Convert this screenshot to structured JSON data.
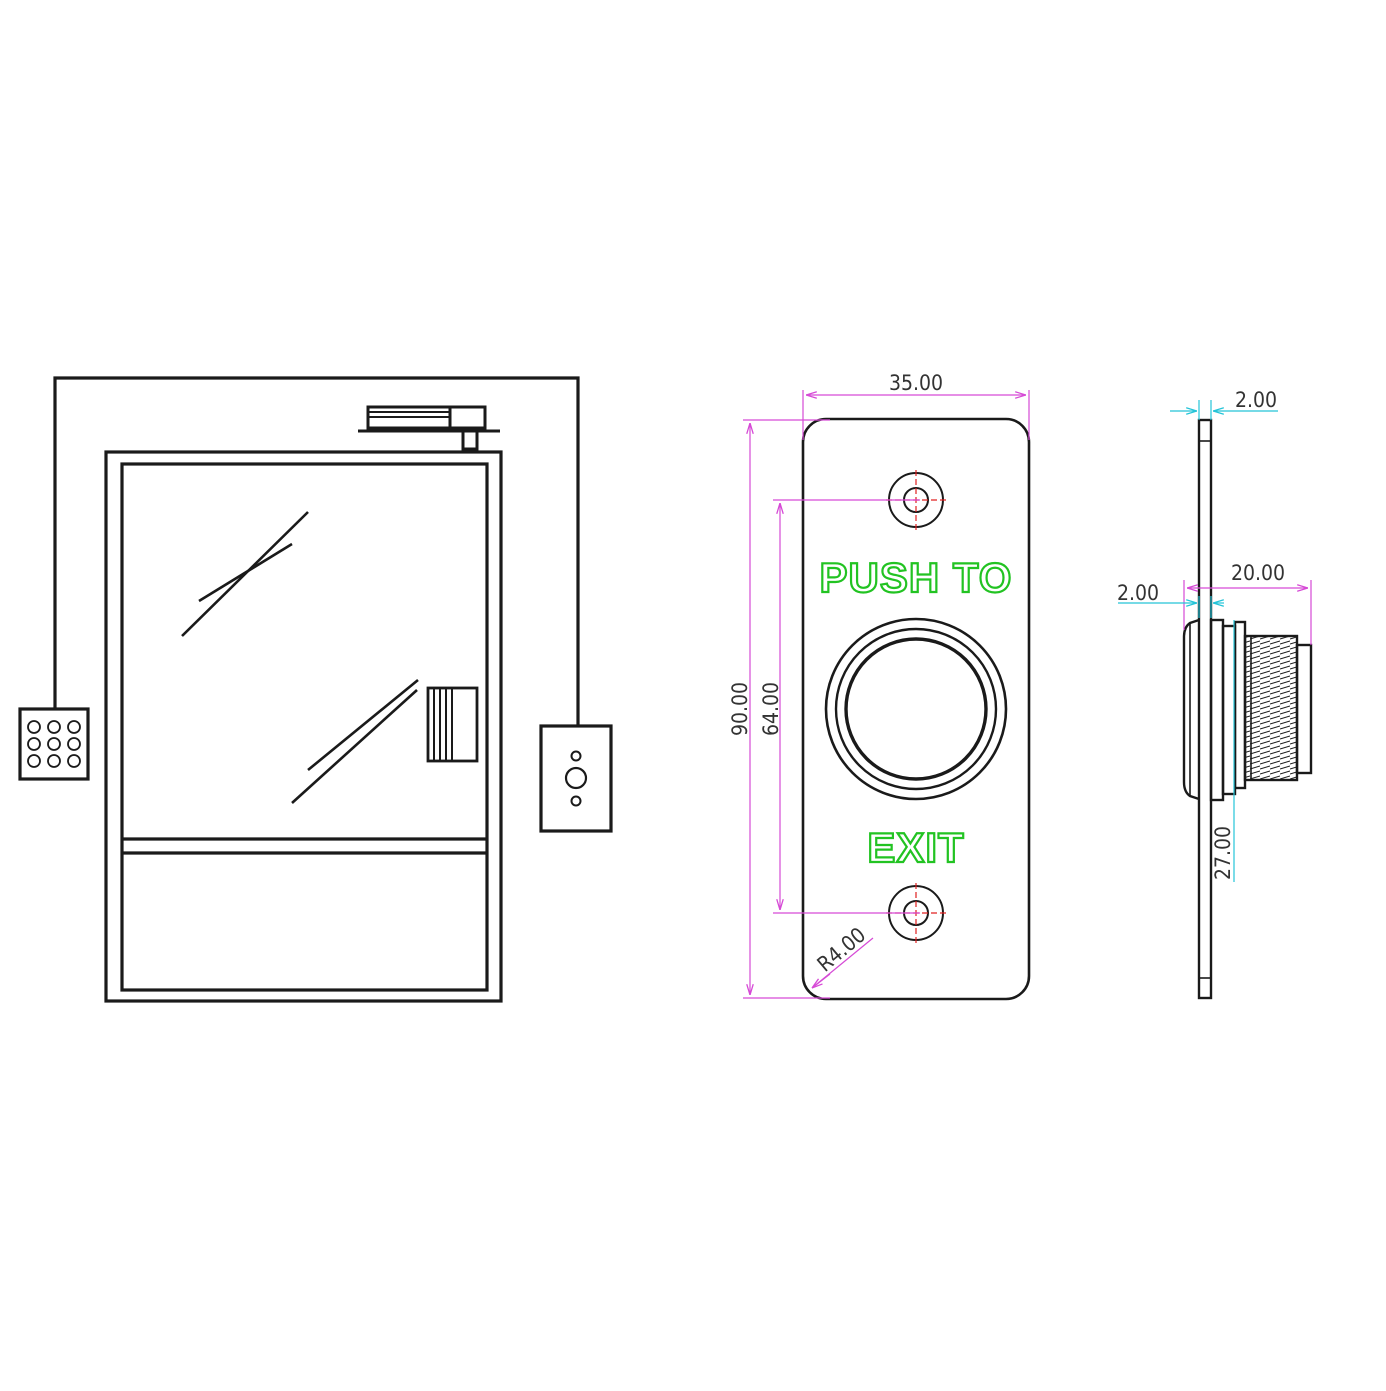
{
  "colors": {
    "line": "#1a1a1a",
    "dimension_magenta": "#d64ad6",
    "dimension_cyan": "#24c4d8",
    "center_mark": "#e02020",
    "legend_outline": "#22c322"
  },
  "install_illustration": {
    "components": [
      "keypad-icon",
      "door-icon",
      "electric-lock-icon",
      "exit-button-icon"
    ]
  },
  "front_view": {
    "legend_top": "PUSH TO",
    "legend_bottom": "EXIT",
    "dimensions": {
      "width": "35.00",
      "height": "90.00",
      "hole_spacing": "64.00",
      "corner_radius": "R4.00"
    }
  },
  "side_view": {
    "dimensions": {
      "plate_thickness": "2.00",
      "body_depth": "20.00",
      "bezel": "2.00",
      "thread_diameter": "27.00"
    }
  }
}
